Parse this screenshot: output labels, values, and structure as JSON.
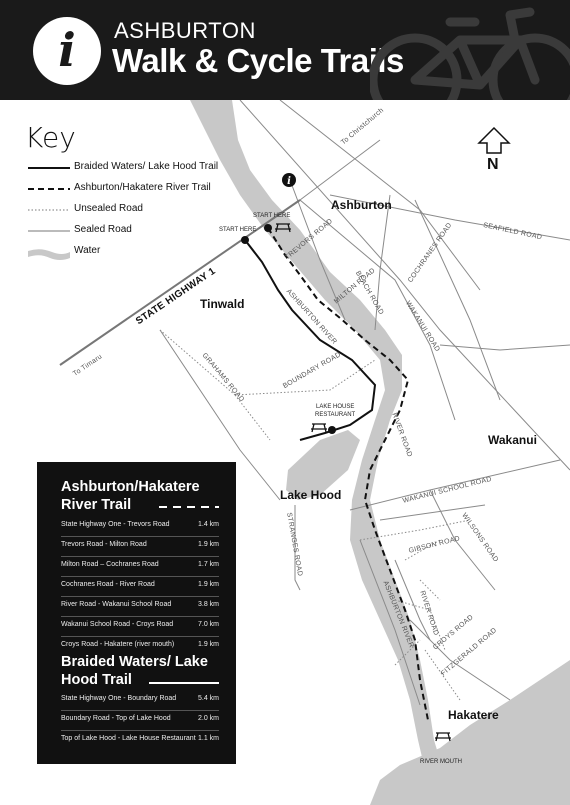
{
  "header": {
    "info_icon": "info-icon",
    "title_small": "ASHBURTON",
    "title_big": "Walk & Cycle Trails",
    "bike_icon": "bicycle-icon"
  },
  "colors": {
    "header_bg": "#1a1a1a",
    "water": "#c8c8c8",
    "panel_bg": "#111111",
    "trail": "#111111"
  },
  "key": {
    "title": "Key",
    "items": [
      {
        "label": "Braided Waters/ Lake Hood Trail",
        "style": "solid-thick"
      },
      {
        "label": "Ashburton/Hakatere River Trail",
        "style": "dashed"
      },
      {
        "label": "Unsealed Road",
        "style": "dotted"
      },
      {
        "label": "Sealed Road",
        "style": "solid-thin"
      },
      {
        "label": "Water",
        "style": "water-swatch"
      }
    ]
  },
  "compass": {
    "letter": "N",
    "icon": "north-arrow-icon"
  },
  "places": {
    "ashburton": "Ashburton",
    "tinwald": "Tinwald",
    "wakanui": "Wakanui",
    "lake_hood": "Lake Hood",
    "hakatere": "Hakatere"
  },
  "roads": {
    "to_christchurch": "To Christchurch",
    "to_timaru": "To Timaru",
    "state_highway_1": "STATE HIGHWAY 1",
    "seafield": "SEAFIELD ROAD",
    "trevors": "TREVORS ROAD",
    "milton": "MILTON ROAD",
    "cochranes": "COCHRANES ROAD",
    "beach": "BEACH ROAD",
    "wakanui_road": "WAKANUI ROAD",
    "grahams": "GRAHAMS ROAD",
    "boundary": "BOUNDARY ROAD",
    "ashburton_river": "ASHBURTON RIVER",
    "river_road": "RIVER ROAD",
    "wakanui_school": "WAKANUI SCHOOL ROAD",
    "wilsons": "WILSONS ROAD",
    "gibson": "GIBSON ROAD",
    "strange": "STRANGES ROAD",
    "crosy": "CROYS ROAD",
    "fitzgerald": "FITZGERALD ROAD",
    "river_road_2": "RIVER ROAD",
    "ashburton_river_2": "ASHBURTON RIVER"
  },
  "markers": {
    "start_here_1": "START HERE",
    "start_here_2": "START HERE",
    "lake_house": "LAKE HOUSE",
    "restaurant": "RESTAURANT",
    "river_mouth": "RIVER MOUTH",
    "picnic_icon": "picnic-table-icon"
  },
  "panel": {
    "river_trail_title_1": "Ashburton/Hakatere",
    "river_trail_title_2": "River Trail",
    "river_trail_rows": [
      {
        "segment": "State Highway One - Trevors Road",
        "distance": "1.4 km"
      },
      {
        "segment": "Trevors Road - Milton Road",
        "distance": "1.9 km"
      },
      {
        "segment": "Milton Road – Cochranes Road",
        "distance": "1.7 km"
      },
      {
        "segment": "Cochranes Road - River Road",
        "distance": "1.9 km"
      },
      {
        "segment": "River Road - Wakanui School Road",
        "distance": "3.8 km"
      },
      {
        "segment": "Wakanui School Road - Croys Road",
        "distance": "7.0 km"
      },
      {
        "segment": "Croys Road - Hakatere (river mouth)",
        "distance": "1.9 km"
      }
    ],
    "lake_trail_title_1": "Braided Waters/ Lake",
    "lake_trail_title_2": "Hood Trail",
    "lake_trail_rows": [
      {
        "segment": "State Highway One - Boundary Road",
        "distance": "5.4 km"
      },
      {
        "segment": "Boundary Road - Top of Lake Hood",
        "distance": "2.0 km"
      },
      {
        "segment": "Top of Lake Hood - Lake House Restaurant",
        "distance": "1.1 km"
      }
    ]
  }
}
